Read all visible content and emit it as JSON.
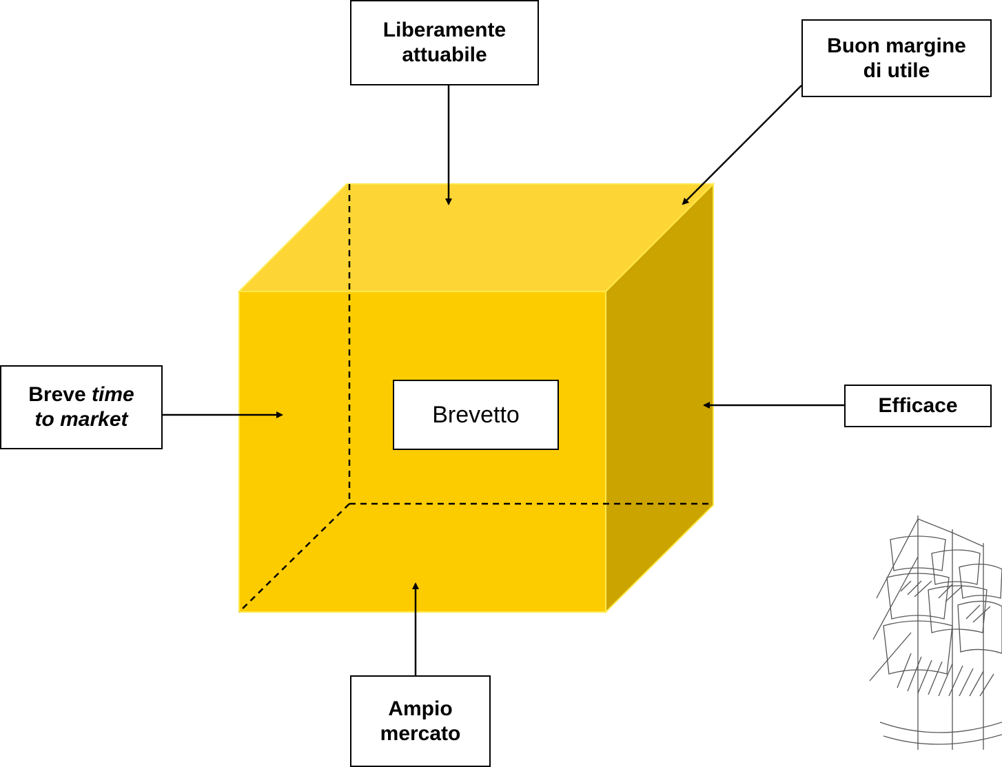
{
  "colors": {
    "front_face": "#FDCC00",
    "top_face": "#FDD535",
    "side_face": "#CCA400",
    "edge": "#FFE94A",
    "arrow": "#000000"
  },
  "center": {
    "label": "Brevetto"
  },
  "labels": {
    "top": {
      "line1": "Liberamente",
      "line2": "attuabile"
    },
    "top_right": {
      "line1": "Buon margine",
      "line2": "di utile"
    },
    "left": {
      "line1_plain": "Breve ",
      "line1_italic": "time",
      "line2_italic": "to market"
    },
    "right": {
      "line1": "Efficace"
    },
    "bottom": {
      "line1": "Ampio",
      "line2": "mercato"
    }
  },
  "decoration": {
    "icon": "sailing-ship-icon"
  }
}
